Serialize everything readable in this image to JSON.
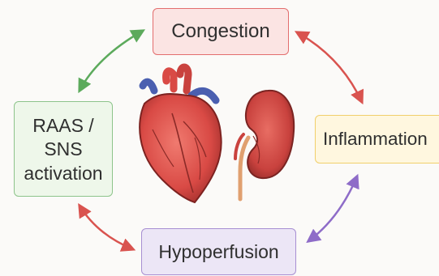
{
  "nodes": {
    "congestion": {
      "label": "Congestion",
      "fill": "#fbe4e3",
      "border": "#e36e6e"
    },
    "raas": {
      "label": "RAAS /\nSNS\nactivation",
      "fill": "#eef7ea",
      "border": "#8dc48b"
    },
    "inflammation": {
      "label": "Inflammation",
      "fill": "#fff7df",
      "border": "#f0cf6b"
    },
    "hypoperfusion": {
      "label": "Hypoperfusion",
      "fill": "#ece6f6",
      "border": "#a78fd2"
    }
  },
  "arrows": [
    {
      "from": "raas",
      "to": "congestion",
      "direction": "bidirectional",
      "color": "#5caa5c"
    },
    {
      "from": "congestion",
      "to": "inflammation",
      "direction": "bidirectional",
      "color": "#d9534f"
    },
    {
      "from": "inflammation",
      "to": "hypoperfusion",
      "direction": "bidirectional",
      "color": "#8e6cc8"
    },
    {
      "from": "hypoperfusion",
      "to": "raas",
      "direction": "bidirectional",
      "color": "#d9534f"
    }
  ],
  "illustrations": [
    {
      "name": "heart-icon",
      "color": "#d94a45"
    },
    {
      "name": "kidney-icon",
      "color": "#c9423e"
    }
  ]
}
